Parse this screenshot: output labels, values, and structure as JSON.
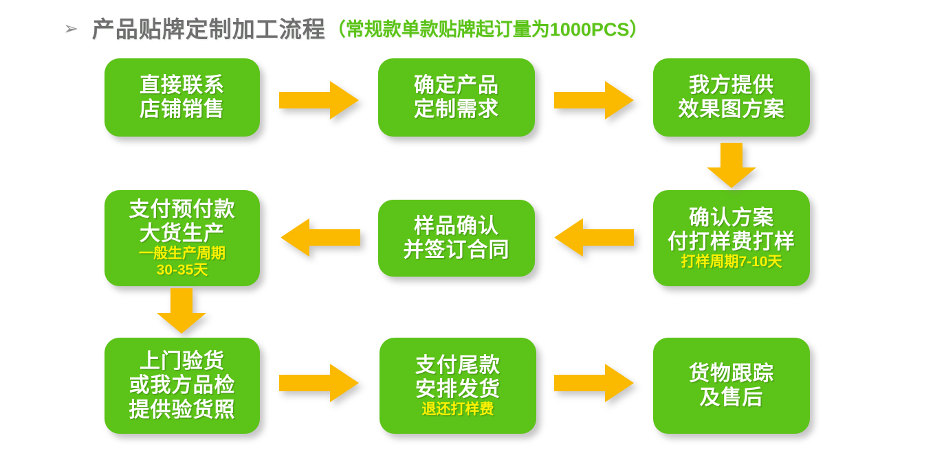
{
  "title": {
    "bullet": "➢",
    "main": "产品贴牌定制加工流程",
    "sub": "（常规款单款贴牌起订量为1000PCS）"
  },
  "colors": {
    "node_green": "#5cc318",
    "arrow_orange": "#fbb900",
    "note_yellow": "#fff200",
    "title_gray": "#6e6f6e",
    "page_background": "#ffffff"
  },
  "nodes": [
    {
      "id": "node-1",
      "step": 1,
      "lines": [
        "直接联系",
        "店铺销售"
      ],
      "note": ""
    },
    {
      "id": "node-2",
      "step": 2,
      "lines": [
        "确定产品",
        "定制需求"
      ],
      "note": ""
    },
    {
      "id": "node-3",
      "step": 3,
      "lines": [
        "我方提供",
        "效果图方案"
      ],
      "note": ""
    },
    {
      "id": "node-4",
      "step": 4,
      "lines": [
        "确认方案",
        "付打样费打样"
      ],
      "note": "打样周期7-10天"
    },
    {
      "id": "node-5",
      "step": 5,
      "lines": [
        "样品确认",
        "并签订合同"
      ],
      "note": ""
    },
    {
      "id": "node-6",
      "step": 6,
      "lines": [
        "支付预付款",
        "大货生产"
      ],
      "note": "一般生产周期",
      "note2": "30-35天"
    },
    {
      "id": "node-7",
      "step": 7,
      "lines": [
        "上门验货",
        "或我方品检",
        "提供验货照"
      ],
      "note": ""
    },
    {
      "id": "node-8",
      "step": 8,
      "lines": [
        "支付尾款",
        "安排发货"
      ],
      "note": "退还打样费"
    },
    {
      "id": "node-9",
      "step": 9,
      "lines": [
        "货物跟踪",
        "及售后"
      ],
      "note": ""
    }
  ],
  "arrows": [
    {
      "id": "arrow-1",
      "direction": "right",
      "from": "node-1",
      "to": "node-2"
    },
    {
      "id": "arrow-2",
      "direction": "right",
      "from": "node-2",
      "to": "node-3"
    },
    {
      "id": "arrow-3",
      "direction": "down",
      "from": "node-3",
      "to": "node-4"
    },
    {
      "id": "arrow-4",
      "direction": "left",
      "from": "node-4",
      "to": "node-5"
    },
    {
      "id": "arrow-5",
      "direction": "left",
      "from": "node-5",
      "to": "node-6"
    },
    {
      "id": "arrow-6",
      "direction": "down",
      "from": "node-6",
      "to": "node-7"
    },
    {
      "id": "arrow-7",
      "direction": "right",
      "from": "node-7",
      "to": "node-8"
    },
    {
      "id": "arrow-8",
      "direction": "right",
      "from": "node-8",
      "to": "node-9"
    }
  ]
}
